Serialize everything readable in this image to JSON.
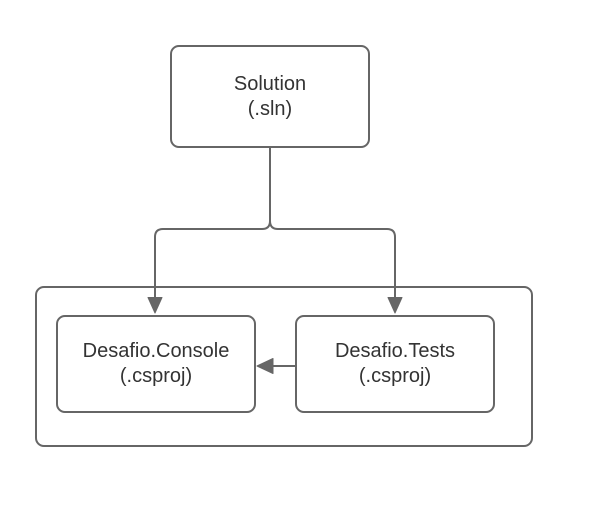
{
  "colors": {
    "stroke": "#666666",
    "text": "#333333",
    "node_fill": "#ffffff",
    "canvas_background": "#ffffff"
  },
  "nodes": {
    "solution": {
      "line1": "Solution",
      "line2": "(.sln)"
    },
    "console": {
      "line1": "Desafio.Console",
      "line2": "(.csproj)"
    },
    "tests": {
      "line1": "Desafio.Tests",
      "line2": "(.csproj)"
    }
  },
  "edges": [
    {
      "name": "solution-to-console",
      "from": "solution",
      "to": "console",
      "arrow": "filled-triangle-down"
    },
    {
      "name": "solution-to-tests",
      "from": "solution",
      "to": "tests",
      "arrow": "filled-triangle-down"
    },
    {
      "name": "tests-to-console",
      "from": "tests",
      "to": "console",
      "arrow": "filled-triangle-left"
    }
  ]
}
